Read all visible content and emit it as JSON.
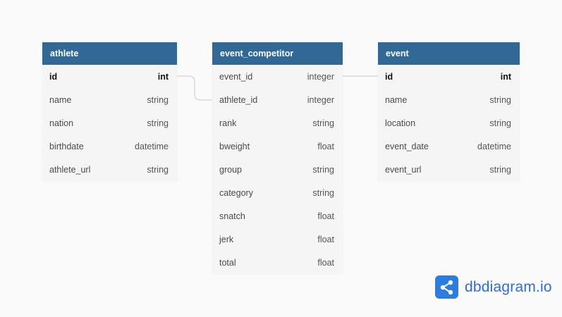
{
  "tables": [
    {
      "name": "athlete",
      "columns": [
        {
          "name": "id",
          "type": "int",
          "pk": true
        },
        {
          "name": "name",
          "type": "string"
        },
        {
          "name": "nation",
          "type": "string"
        },
        {
          "name": "birthdate",
          "type": "datetime"
        },
        {
          "name": "athlete_url",
          "type": "string"
        }
      ]
    },
    {
      "name": "event_competitor",
      "columns": [
        {
          "name": "event_id",
          "type": "integer"
        },
        {
          "name": "athlete_id",
          "type": "integer"
        },
        {
          "name": "rank",
          "type": "string"
        },
        {
          "name": "bweight",
          "type": "float"
        },
        {
          "name": "group",
          "type": "string"
        },
        {
          "name": "category",
          "type": "string"
        },
        {
          "name": "snatch",
          "type": "float"
        },
        {
          "name": "jerk",
          "type": "float"
        },
        {
          "name": "total",
          "type": "float"
        }
      ]
    },
    {
      "name": "event",
      "columns": [
        {
          "name": "id",
          "type": "int",
          "pk": true
        },
        {
          "name": "name",
          "type": "string"
        },
        {
          "name": "location",
          "type": "string"
        },
        {
          "name": "event_date",
          "type": "datetime"
        },
        {
          "name": "event_url",
          "type": "string"
        }
      ]
    }
  ],
  "brand": {
    "name": "dbdiagram.io",
    "icon": "share-nodes-icon",
    "color": "#2b7de0"
  },
  "colors": {
    "header": "#316896",
    "table_body": "#f5f5f5",
    "connector": "#c8c8c8"
  }
}
